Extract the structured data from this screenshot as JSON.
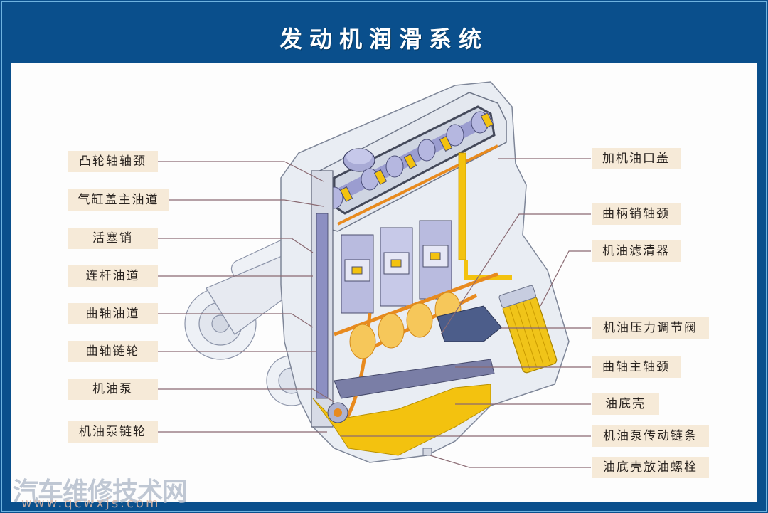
{
  "title": "发动机润滑系统",
  "colors": {
    "frame_blue": "#0a4f8c",
    "label_bg": "#f6ead8",
    "label_text": "#2a2420",
    "leader_line": "#8a6a72",
    "oil_yellow": "#f3c20f",
    "oil_orange": "#e88a1e",
    "engine_gray": "#dfe4ee",
    "engine_purple": "#8e8fc8"
  },
  "labels_left": [
    {
      "id": "camshaft-journal",
      "text": "凸轮轴轴颈"
    },
    {
      "id": "cylinder-head-main-oil-gallery",
      "text": "气缸盖主油道"
    },
    {
      "id": "piston-pin",
      "text": "活塞销"
    },
    {
      "id": "connecting-rod-oil-passage",
      "text": "连杆油道"
    },
    {
      "id": "crankshaft-oil-passage",
      "text": "曲轴油道"
    },
    {
      "id": "crankshaft-sprocket",
      "text": "曲轴链轮"
    },
    {
      "id": "oil-pump",
      "text": "机油泵"
    },
    {
      "id": "oil-pump-sprocket",
      "text": "机油泵链轮"
    }
  ],
  "labels_right": [
    {
      "id": "oil-filler-cap",
      "text": "加机油口盖"
    },
    {
      "id": "crankpin-journal",
      "text": "曲柄销轴颈"
    },
    {
      "id": "oil-filter",
      "text": "机油滤清器"
    },
    {
      "id": "oil-pressure-regulating-valve",
      "text": "机油压力调节阀"
    },
    {
      "id": "crankshaft-main-journal",
      "text": "曲轴主轴颈"
    },
    {
      "id": "oil-pan",
      "text": "油底壳"
    },
    {
      "id": "oil-pump-drive-chain",
      "text": "机油泵传动链条"
    },
    {
      "id": "oil-pan-drain-plug",
      "text": "油底壳放油螺栓"
    }
  ],
  "watermark": {
    "text": "汽车维修技术网",
    "url": "www.qcwxjs.com"
  }
}
